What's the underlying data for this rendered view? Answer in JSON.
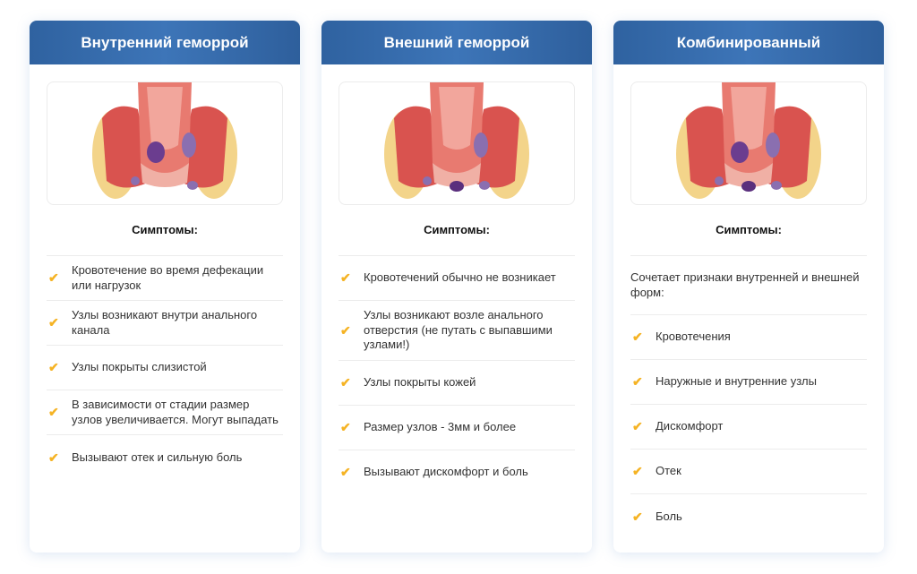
{
  "symptoms_label": "Симптомы:",
  "accent_color": "#f5b324",
  "cards": [
    {
      "title": "Внутренний геморрой",
      "illustration": "internal-hemorrhoid",
      "items": [
        "Кровотечение во время дефекации или нагрузок",
        "Узлы возникают внутри анального канала",
        "Узлы покрыты слизистой",
        "В зависимости от стадии размер узлов увеличивается. Могут выпадать",
        "Вызывают отек и сильную боль"
      ]
    },
    {
      "title": "Внешний геморрой",
      "illustration": "external-hemorrhoid",
      "items": [
        "Кровотечений обычно не возникает",
        "Узлы возникают возле анального отверстия (не путать с выпавшими узлами!)",
        "Узлы покрыты кожей",
        "Размер узлов - 3мм и более",
        "Вызывают дискомфорт и боль"
      ]
    },
    {
      "title": "Комбинированный",
      "illustration": "combined-hemorrhoid",
      "intro": "Сочетает признаки внутренней и внешней форм:",
      "items": [
        "Кровотечения",
        "Наружные и внутренние узлы",
        "Дискомфорт",
        "Отек",
        "Боль"
      ]
    }
  ]
}
